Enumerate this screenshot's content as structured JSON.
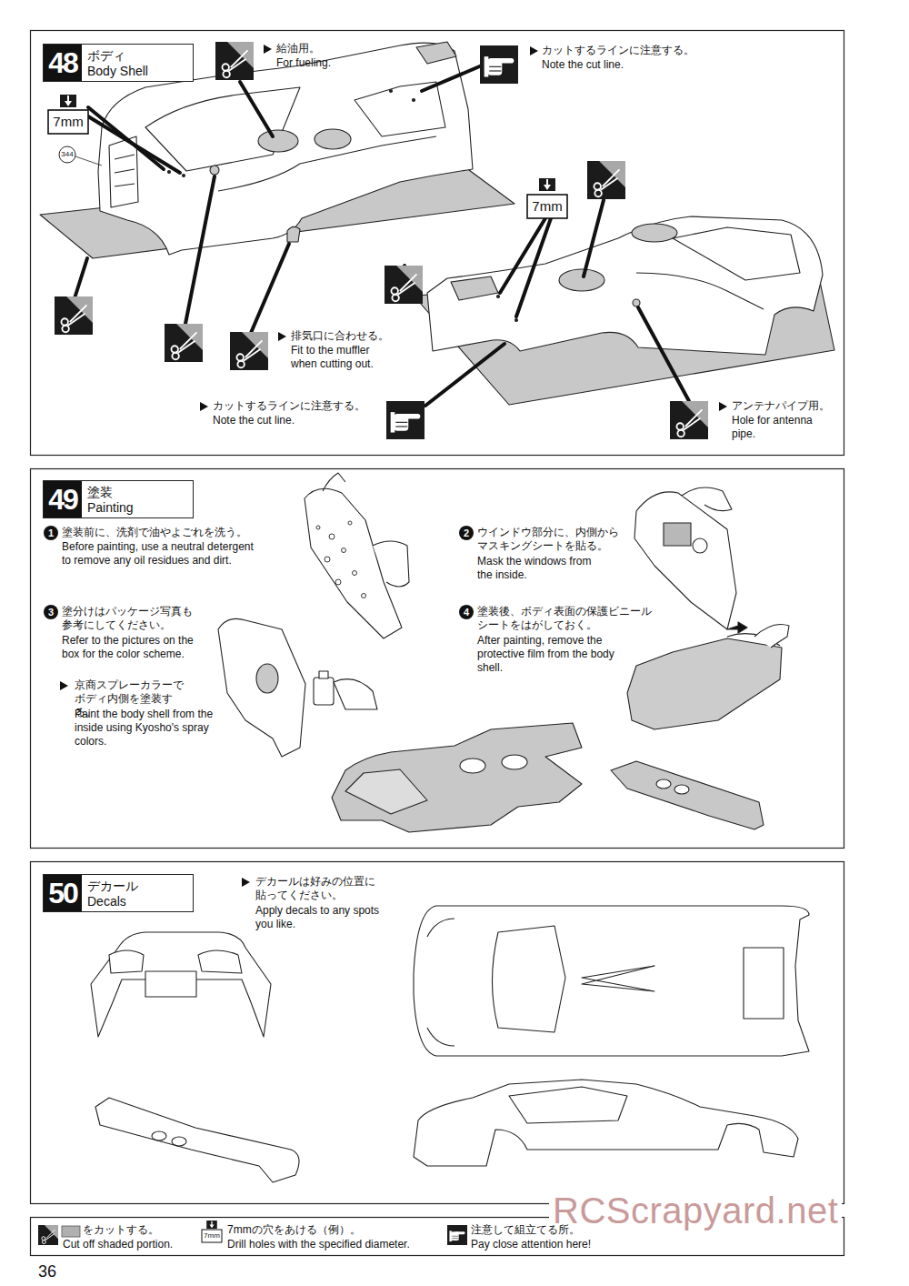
{
  "diagram": {
    "nodes": [
      {
        "text": [
          "ボディ",
          "Body Shell"
        ]
      },
      {
        "text": [
          "48"
        ],
        "in": 0
      },
      {
        "text": [
          "塗装",
          "Painting"
        ]
      },
      {
        "text": [
          "49"
        ],
        "in": 2
      },
      {
        "text": [
          "デカール",
          "Decals"
        ]
      },
      {
        "text": [
          "50"
        ],
        "in": 4
      }
    ],
    "labels": [
      "7mm",
      "344",
      "給油用。",
      "For fueling.",
      "カットするラインに注意する。",
      "Note the cut line.",
      "排気口に合わせる。",
      "Fit to the muffler when cutting out.",
      "カットするラインに注意する。",
      "Note the cut line.",
      "7mm",
      "アンテナパイプ用。",
      "Hole for antenna pipe.",
      "1",
      "塗装前に、洗剤で油やよごれを洗う。",
      "Before painting, use a neutral detergent to remove any oil residues and dirt.",
      "2",
      "ウインドウ部分に、内側からマスキングシートを貼る。",
      "Mask the windows from the inside.",
      "3",
      "塗分けはパッケージ写真も参考にしてください。",
      "Refer to the pictures on the box for the color scheme.",
      "京商スプレーカラーでボディ内側を塗装する。",
      "Paint the body shell from the inside using Kyosho's spray colors.",
      "4",
      "塗装後、ボディ表面の保護ビニールシートをはがしておく。",
      "After painting, remove the protective film from the body shell.",
      "デカールは好みの位置に貼ってください。",
      "Apply decals to any spots you like.",
      "Cut off shaded portion.",
      "7mm",
      "Drill holes with the specified diameter.",
      "Pay close attention here!",
      "36",
      "RCScrapyard.net"
    ],
    "legend": [
      {
        "text": "をカットする。"
      },
      {
        "text": "7mmの穴をあける（例）。"
      },
      {
        "text": "注意して組立てる所。"
      }
    ]
  }
}
